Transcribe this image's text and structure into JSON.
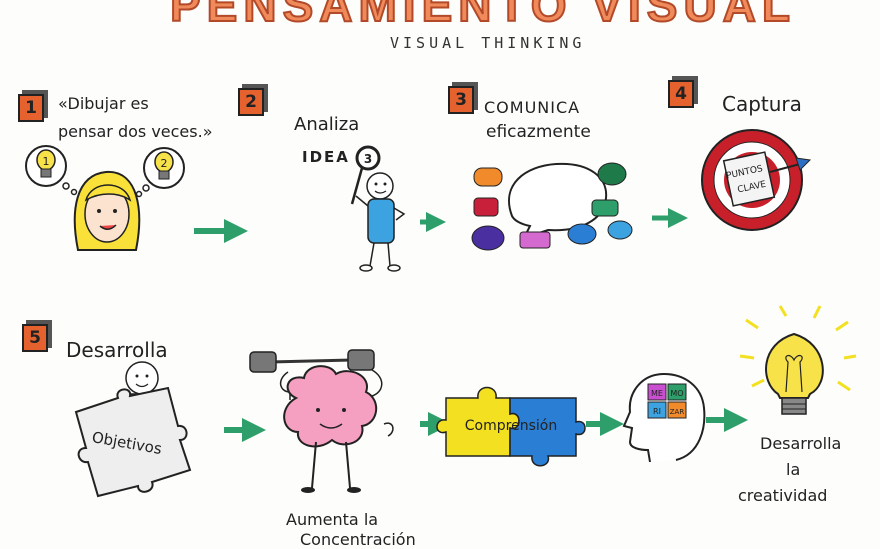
{
  "header": {
    "title": "PENSAMIENTO VISUAL",
    "subtitle": "VISUAL THINKING"
  },
  "steps": [
    {
      "number": "1",
      "text_line1": "«Dibujar es",
      "text_line2": "pensar dos veces.»",
      "bulb1": "1",
      "bulb2": "2"
    },
    {
      "number": "2",
      "label": "Analiza",
      "idea": "IDEA",
      "lens_number": "3"
    },
    {
      "number": "3",
      "label_line1": "COMUNICA",
      "label_line2": "eficazmente"
    },
    {
      "number": "4",
      "label": "Captura",
      "card_line1": "PUNTOS",
      "card_line2": "CLAVE"
    },
    {
      "number": "5",
      "label": "Desarrolla",
      "puzzle": "Objetivos"
    }
  ],
  "row2": {
    "brain_caption_line1": "Aumenta la",
    "brain_caption_line2": "Concentración",
    "puzzle_word": "Comprensión",
    "memo_tiles": [
      "ME",
      "MO",
      "RI",
      "ZAR"
    ],
    "final_line1": "Desarrolla",
    "final_line2": "la",
    "final_line3": "creatividad"
  },
  "colors": {
    "title_fill": "#f08a5a",
    "badge": "#e5622f",
    "arrow": "#2e9e6a",
    "target": "#c8202a",
    "puzzle_yellow": "#f3e021",
    "puzzle_blue": "#2a7fd4",
    "brain": "#f5a0c0",
    "bulb": "#f8e24a",
    "hair": "#f9e13a"
  }
}
